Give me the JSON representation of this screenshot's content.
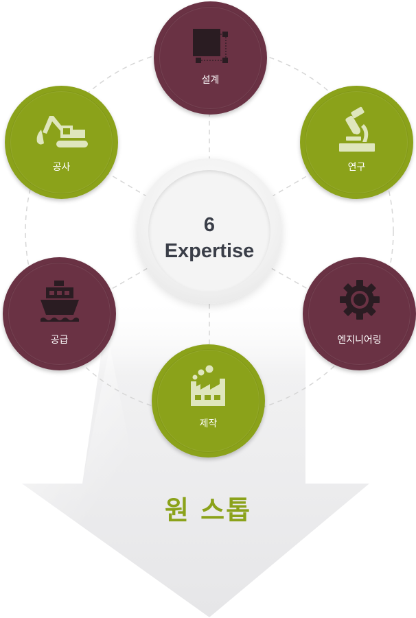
{
  "center": {
    "number": "6",
    "word": "Expertise"
  },
  "nodes": [
    {
      "label": "설계",
      "color": "#6a3244",
      "icon": "blueprint-select-icon"
    },
    {
      "label": "연구",
      "color": "#8ba21a",
      "icon": "microscope-icon"
    },
    {
      "label": "엔지니어링",
      "color": "#6a3244",
      "icon": "gear-icon"
    },
    {
      "label": "제작",
      "color": "#8ba21a",
      "icon": "factory-icon"
    },
    {
      "label": "공급",
      "color": "#6a3244",
      "icon": "ship-icon"
    },
    {
      "label": "공사",
      "color": "#8ba21a",
      "icon": "excavator-icon"
    }
  ],
  "banner": {
    "text": "원 스톱"
  },
  "colors": {
    "maroon": "#6a3244",
    "green": "#8ba21a",
    "icon_light": "#dfe6bd",
    "icon_dark": "#2a1c22"
  }
}
